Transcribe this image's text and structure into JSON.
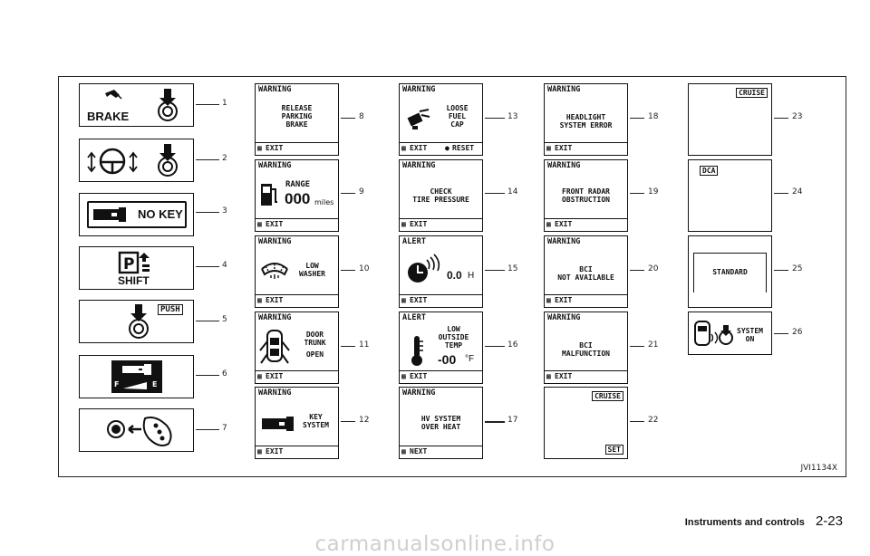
{
  "footer": {
    "section": "Instruments and controls",
    "page": "2-23"
  },
  "figure_id": "JVI1134X",
  "watermark": "carmanualsonline.info",
  "col1": [
    {
      "num": "1",
      "label": "BRAKE"
    },
    {
      "num": "2"
    },
    {
      "num": "3",
      "label": "NO KEY"
    },
    {
      "num": "4",
      "label": "SHIFT"
    },
    {
      "num": "5",
      "label": "PUSH"
    },
    {
      "num": "6",
      "f": "F",
      "e": "E"
    },
    {
      "num": "7"
    }
  ],
  "w8": {
    "num": "8",
    "header": "WARNING",
    "l1": "RELEASE",
    "l2": "PARKING",
    "l3": "BRAKE",
    "exit": "EXIT"
  },
  "w9": {
    "num": "9",
    "header": "WARNING",
    "range": "RANGE",
    "value": "000",
    "unit": "miles",
    "exit": "EXIT"
  },
  "w10": {
    "num": "10",
    "header": "WARNING",
    "l1": "LOW",
    "l2": "WASHER",
    "exit": "EXIT"
  },
  "w11": {
    "num": "11",
    "header": "WARNING",
    "l1": "DOOR",
    "l2": "TRUNK",
    "l3": "OPEN",
    "exit": "EXIT"
  },
  "w12": {
    "num": "12",
    "header": "WARNING",
    "l1": "KEY",
    "l2": "SYSTEM",
    "exit": "EXIT"
  },
  "w13": {
    "num": "13",
    "header": "WARNING",
    "l1": "LOOSE",
    "l2": "FUEL",
    "l3": "CAP",
    "exit": "EXIT",
    "reset": "RESET"
  },
  "w14": {
    "num": "14",
    "header": "WARNING",
    "l1": "CHECK",
    "l2": "TIRE PRESSURE",
    "exit": "EXIT"
  },
  "w15": {
    "num": "15",
    "header": "ALERT",
    "value": "0.0",
    "unit": "H",
    "exit": "EXIT"
  },
  "w16": {
    "num": "16",
    "header": "ALERT",
    "l1": "LOW",
    "l2": "OUTSIDE",
    "l3": "TEMP",
    "value": "-00",
    "unit": "°F",
    "exit": "EXIT"
  },
  "w17": {
    "num": "17",
    "header": "WARNING",
    "l1": "HV SYSTEM",
    "l2": "OVER HEAT",
    "next": "NEXT"
  },
  "w18": {
    "num": "18",
    "header": "WARNING",
    "l1": "HEADLIGHT",
    "l2": "SYSTEM ERROR",
    "exit": "EXIT"
  },
  "w19": {
    "num": "19",
    "header": "WARNING",
    "l1": "FRONT RADAR",
    "l2": "OBSTRUCTION",
    "exit": "EXIT"
  },
  "w20": {
    "num": "20",
    "header": "WARNING",
    "l1": "BCI",
    "l2": "NOT AVAILABLE",
    "exit": "EXIT"
  },
  "w21": {
    "num": "21",
    "header": "WARNING",
    "l1": "BCI",
    "l2": "MALFUNCTION",
    "exit": "EXIT"
  },
  "w22": {
    "num": "22",
    "cruise": "CRUISE",
    "set": "SET"
  },
  "w23": {
    "num": "23",
    "cruise": "CRUISE"
  },
  "w24": {
    "num": "24",
    "dca": "DCA"
  },
  "w25": {
    "num": "25",
    "label": "STANDARD"
  },
  "w26": {
    "num": "26",
    "l1": "SYSTEM",
    "l2": "ON"
  }
}
